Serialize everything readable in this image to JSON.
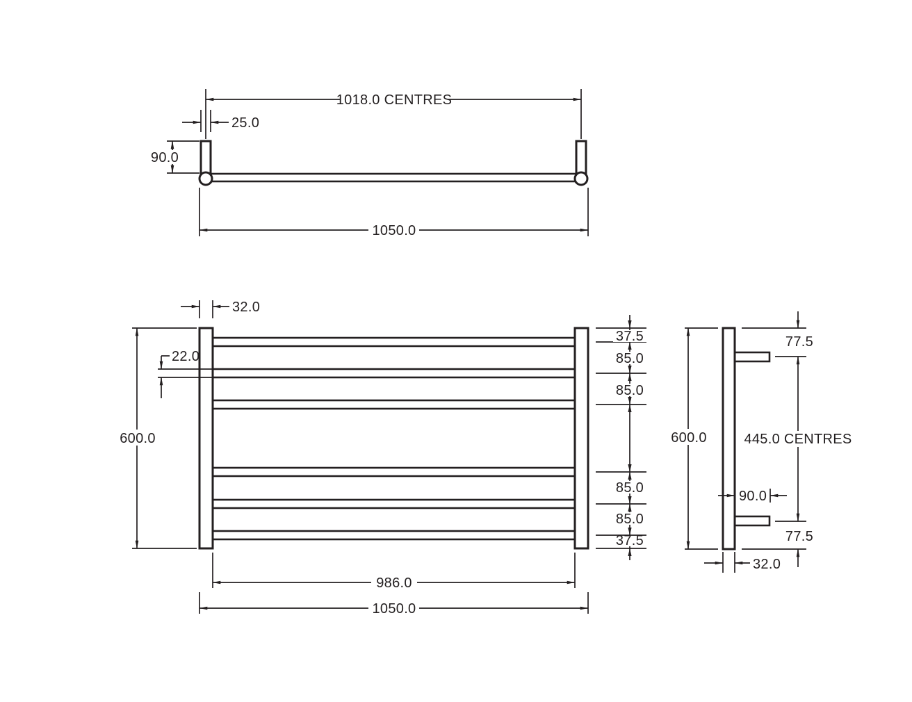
{
  "drawing": {
    "background_color": "#ffffff",
    "line_color": "#231f20",
    "views": {
      "top": {
        "dim_centres": "1018.0 CENTRES",
        "dim_arm_width": "25.0",
        "dim_arm_length": "90.0",
        "dim_overall_width": "1050.0"
      },
      "front": {
        "dim_post_width": "32.0",
        "dim_bar_diameter": "22.0",
        "dim_height": "600.0",
        "dim_spacing": [
          "37.5",
          "85.0",
          "85.0",
          "85.0",
          "85.0",
          "37.5"
        ],
        "dim_rail_length": "986.0",
        "dim_overall_width": "1050.0"
      },
      "side": {
        "dim_height": "600.0",
        "dim_top_offset": "77.5",
        "dim_centres": "445.0 CENTRES",
        "dim_arm_length": "90.0",
        "dim_bottom_offset": "77.5",
        "dim_depth": "32.0"
      }
    }
  }
}
